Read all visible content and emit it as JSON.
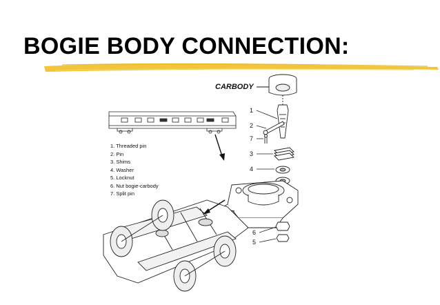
{
  "slide": {
    "title": "BOGIE BODY CONNECTION:",
    "accent_color": "#f2c230"
  },
  "diagram": {
    "carbody_label": "CARBODY",
    "callouts": [
      "1",
      "2",
      "7",
      "3",
      "4",
      "6",
      "5"
    ],
    "legend": [
      "1. Threaded pin",
      "2. Pin",
      "3. Shims",
      "4. Washer",
      "5. Locknut",
      "6. Nut bogie-carbody",
      "7. Split pin"
    ],
    "icons": [
      "railcar-illustration",
      "bogie-illustration",
      "threaded-pin-icon",
      "pin-icon",
      "split-pin-icon",
      "shims-icon",
      "washer-icon",
      "nut-icon",
      "locknut-icon",
      "carbody-bracket-icon"
    ]
  }
}
